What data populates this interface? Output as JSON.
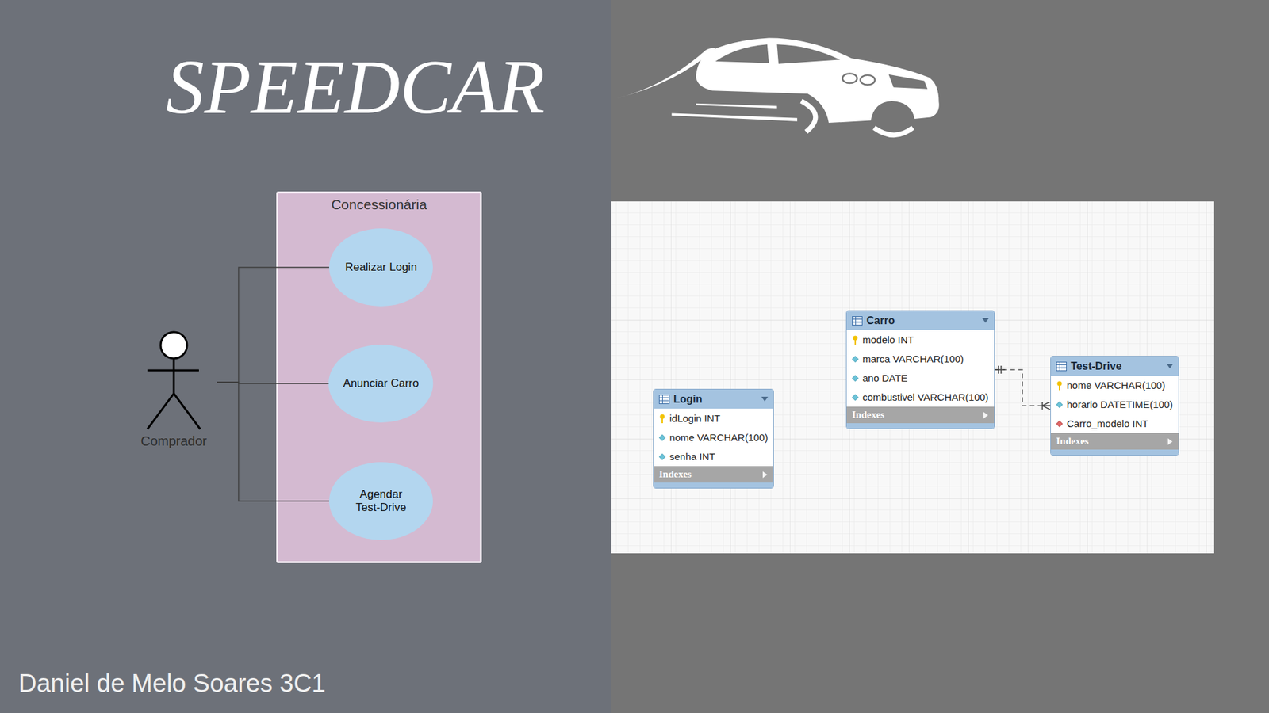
{
  "diagram": {
    "title": "SPEEDCAR",
    "caption": "Daniel de Melo Soares 3C1",
    "nodes": [
      {
        "text": [
          "Concessionária"
        ]
      },
      {
        "text": [
          "Realizar Login"
        ],
        "in": 0
      },
      {
        "text": [
          "Anunciar Carro"
        ],
        "in": 0
      },
      {
        "text": [
          "Agendar Test-Drive"
        ],
        "in": 0
      },
      {
        "text": [
          "Comprador"
        ]
      },
      {
        "text": [
          "Login",
          "idLogin INT",
          "nome VARCHAR(100)",
          "senha INT",
          "Indexes"
        ]
      },
      {
        "text": [
          "Carro",
          "modelo INT",
          "marca VARCHAR(100)",
          "ano DATE",
          "combustivel VARCHAR(100)",
          "Indexes"
        ]
      },
      {
        "text": [
          "Test-Drive",
          "nome VARCHAR(100)",
          "horario DATETIME(100)",
          "Carro_modelo INT",
          "Indexes"
        ]
      }
    ],
    "edges": [
      {
        "from": 4,
        "to": 1,
        "arrow": "none"
      },
      {
        "from": 4,
        "to": 2,
        "arrow": "none"
      },
      {
        "from": 4,
        "to": 3,
        "arrow": "none"
      },
      {
        "from": 6,
        "to": 7,
        "arrow": "both"
      }
    ]
  }
}
